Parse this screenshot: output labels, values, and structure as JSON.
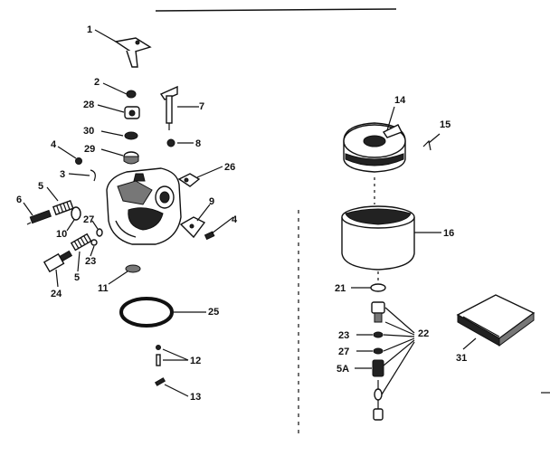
{
  "labels": {
    "p1": "1",
    "p2": "2",
    "p28": "28",
    "p7": "7",
    "p30": "30",
    "p8": "8",
    "p29": "29",
    "p4a": "4",
    "p3": "3",
    "p26": "26",
    "p5a": "5",
    "p6": "6",
    "p9": "9",
    "p4b": "4",
    "p27a": "27",
    "p10": "10",
    "p23a": "23",
    "p5b": "5",
    "p24": "24",
    "p11": "11",
    "p25": "25",
    "p12": "12",
    "p13": "13",
    "p14": "14",
    "p15": "15",
    "p16": "16",
    "p21": "21",
    "p22": "22",
    "p23b": "23",
    "p27b": "27",
    "p5A": "5A",
    "p31": "31"
  }
}
